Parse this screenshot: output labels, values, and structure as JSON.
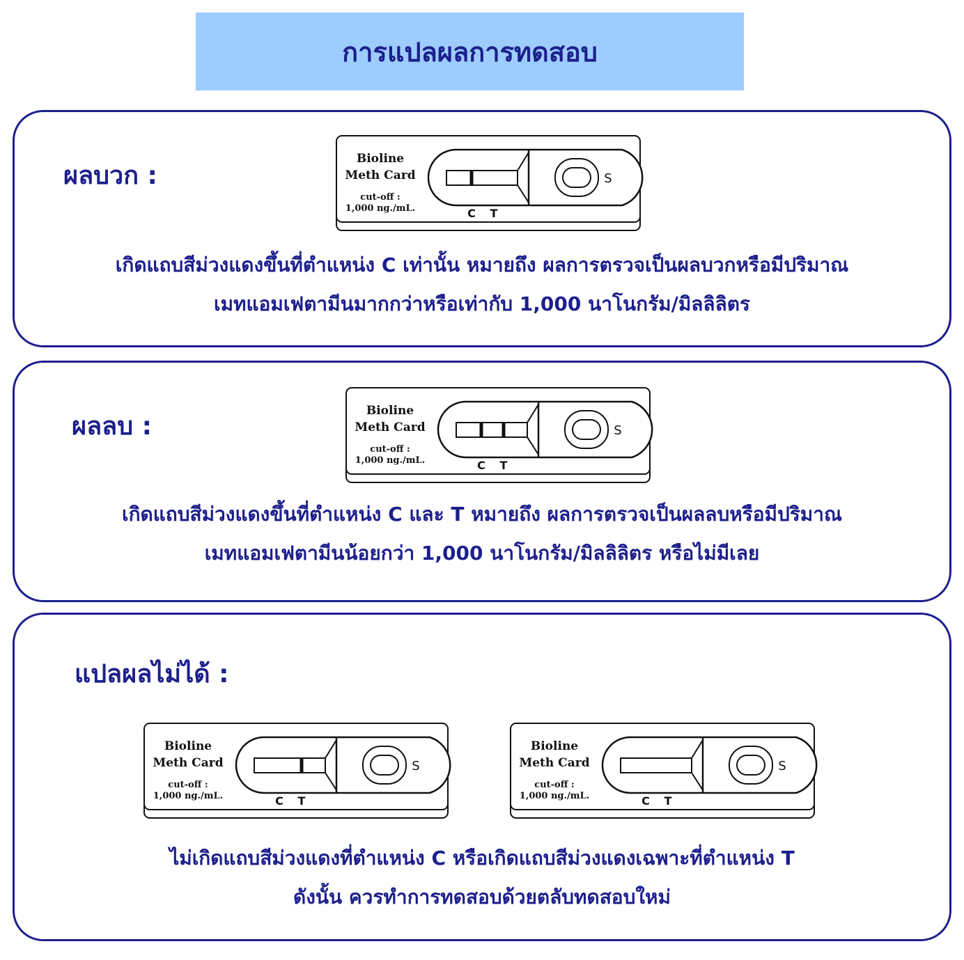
{
  "header": {
    "title": "การแปลผลการทดสอบ"
  },
  "device": {
    "brand": "Bioline",
    "product": "Meth Card",
    "cutoff_label": "cut-off :",
    "cutoff_value": "1,000 ng./mL.",
    "c_label": "C",
    "t_label": "T",
    "sample_label": "S"
  },
  "sections": [
    {
      "label": "ผลบวก  :",
      "lines": [
        "C_only"
      ],
      "desc": [
        "เกิดแถบสีม่วงแดงขึ้นที่ตำแหน่ง C เท่านั้น หมายถึง ผลการตรวจเป็นผลบวกหรือมีปริมาณ",
        "เมทแอมเฟตามีนมากกว่าหรือเท่ากับ 1,000 นาโนกรัม/มิลลิลิตร"
      ]
    },
    {
      "label": "ผลลบ  :",
      "lines": [
        "C",
        "T"
      ],
      "desc": [
        "เกิดแถบสีม่วงแดงขึ้นที่ตำแหน่ง C และ T หมายถึง ผลการตรวจเป็นผลลบหรือมีปริมาณ",
        "เมทแอมเฟตามีนน้อยกว่า 1,000 นาโนกรัม/มิลลิลิตร หรือไม่มีเลย"
      ]
    },
    {
      "label": "แปลผลไม่ได้  :",
      "desc": [
        "ไม่เกิดแถบสีม่วงแดงที่ตำแหน่ง C หรือเกิดแถบสีม่วงแดงเฉพาะที่ตำแหน่ง T",
        "ดังนั้น ควรทำการทดสอบด้วยตลับทดสอบใหม่"
      ]
    }
  ],
  "colors": {
    "text": "#1c1f8c",
    "title_bg": "#9dccff",
    "border": "#1c1f8c"
  }
}
